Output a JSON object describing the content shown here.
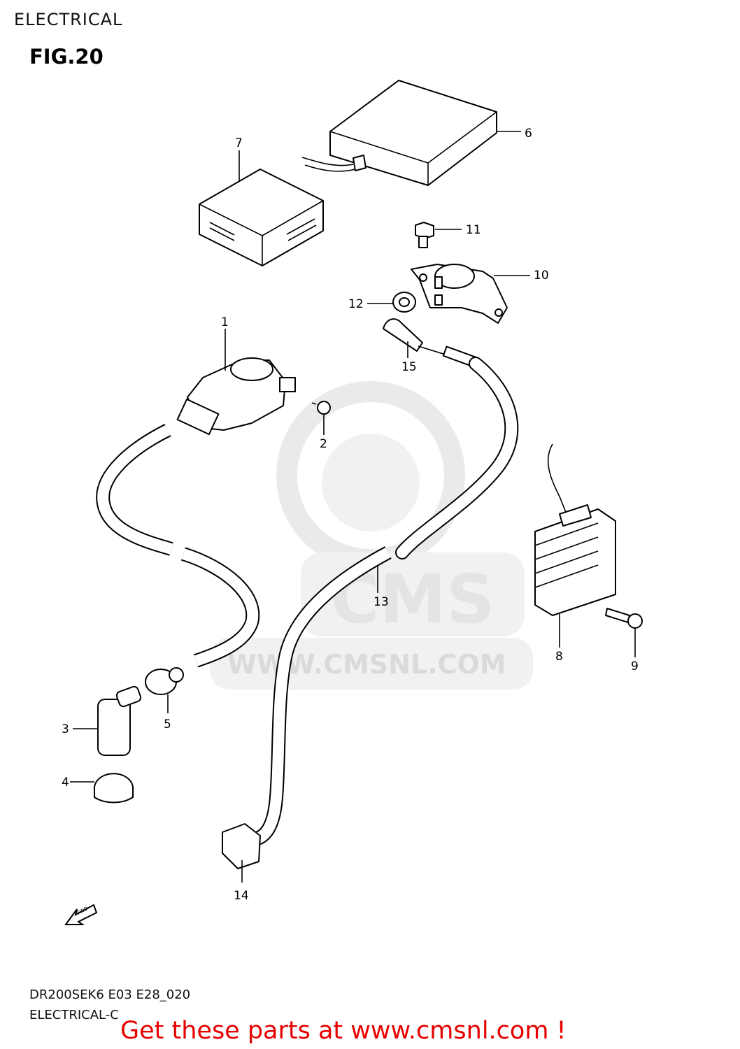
{
  "header": {
    "section": "ELECTRICAL",
    "figure": "FIG.20"
  },
  "watermark": {
    "brand": "CMS",
    "site": "WWW.CMSNL.COM",
    "color": "#d9d9d9"
  },
  "callouts": {
    "c1": "1",
    "c2": "2",
    "c3": "3",
    "c4": "4",
    "c5": "5",
    "c6": "6",
    "c7": "7",
    "c8": "8",
    "c9": "9",
    "c10": "10",
    "c11": "11",
    "c12": "12",
    "c13": "13",
    "c14": "14",
    "c15": "15"
  },
  "fwd_marker": {
    "label": "FWD",
    "icon": "forward-arrow-icon"
  },
  "footer": {
    "model_code": "DR200SEK6 E03 E28_020",
    "subtitle": "ELECTRICAL-C",
    "cta": "Get these parts at www.cmsnl.com !",
    "cta_color": "#e60000"
  }
}
